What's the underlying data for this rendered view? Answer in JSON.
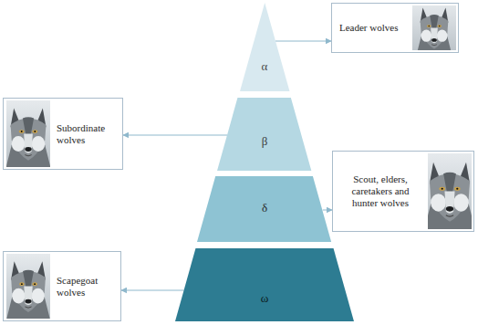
{
  "diagram": {
    "nodes": [
      {
        "text": [
          "α"
        ]
      },
      {
        "text": [
          "Leader wolves"
        ]
      },
      {
        "text": [
          "β"
        ]
      },
      {
        "text": [
          "Subordinate wolves"
        ]
      },
      {
        "text": [
          "δ"
        ]
      },
      {
        "text": [
          "Scout, elders, caretakers and hunter wolves"
        ]
      },
      {
        "text": [
          "ω"
        ]
      },
      {
        "text": [
          "Scapegoat wolves"
        ]
      }
    ],
    "edges": [
      {
        "from": 0,
        "to": 1,
        "arrow": "to"
      },
      {
        "from": 2,
        "to": 3,
        "arrow": "to"
      },
      {
        "from": 4,
        "to": 5,
        "arrow": "to"
      },
      {
        "from": 6,
        "to": 7,
        "arrow": "to"
      }
    ]
  }
}
